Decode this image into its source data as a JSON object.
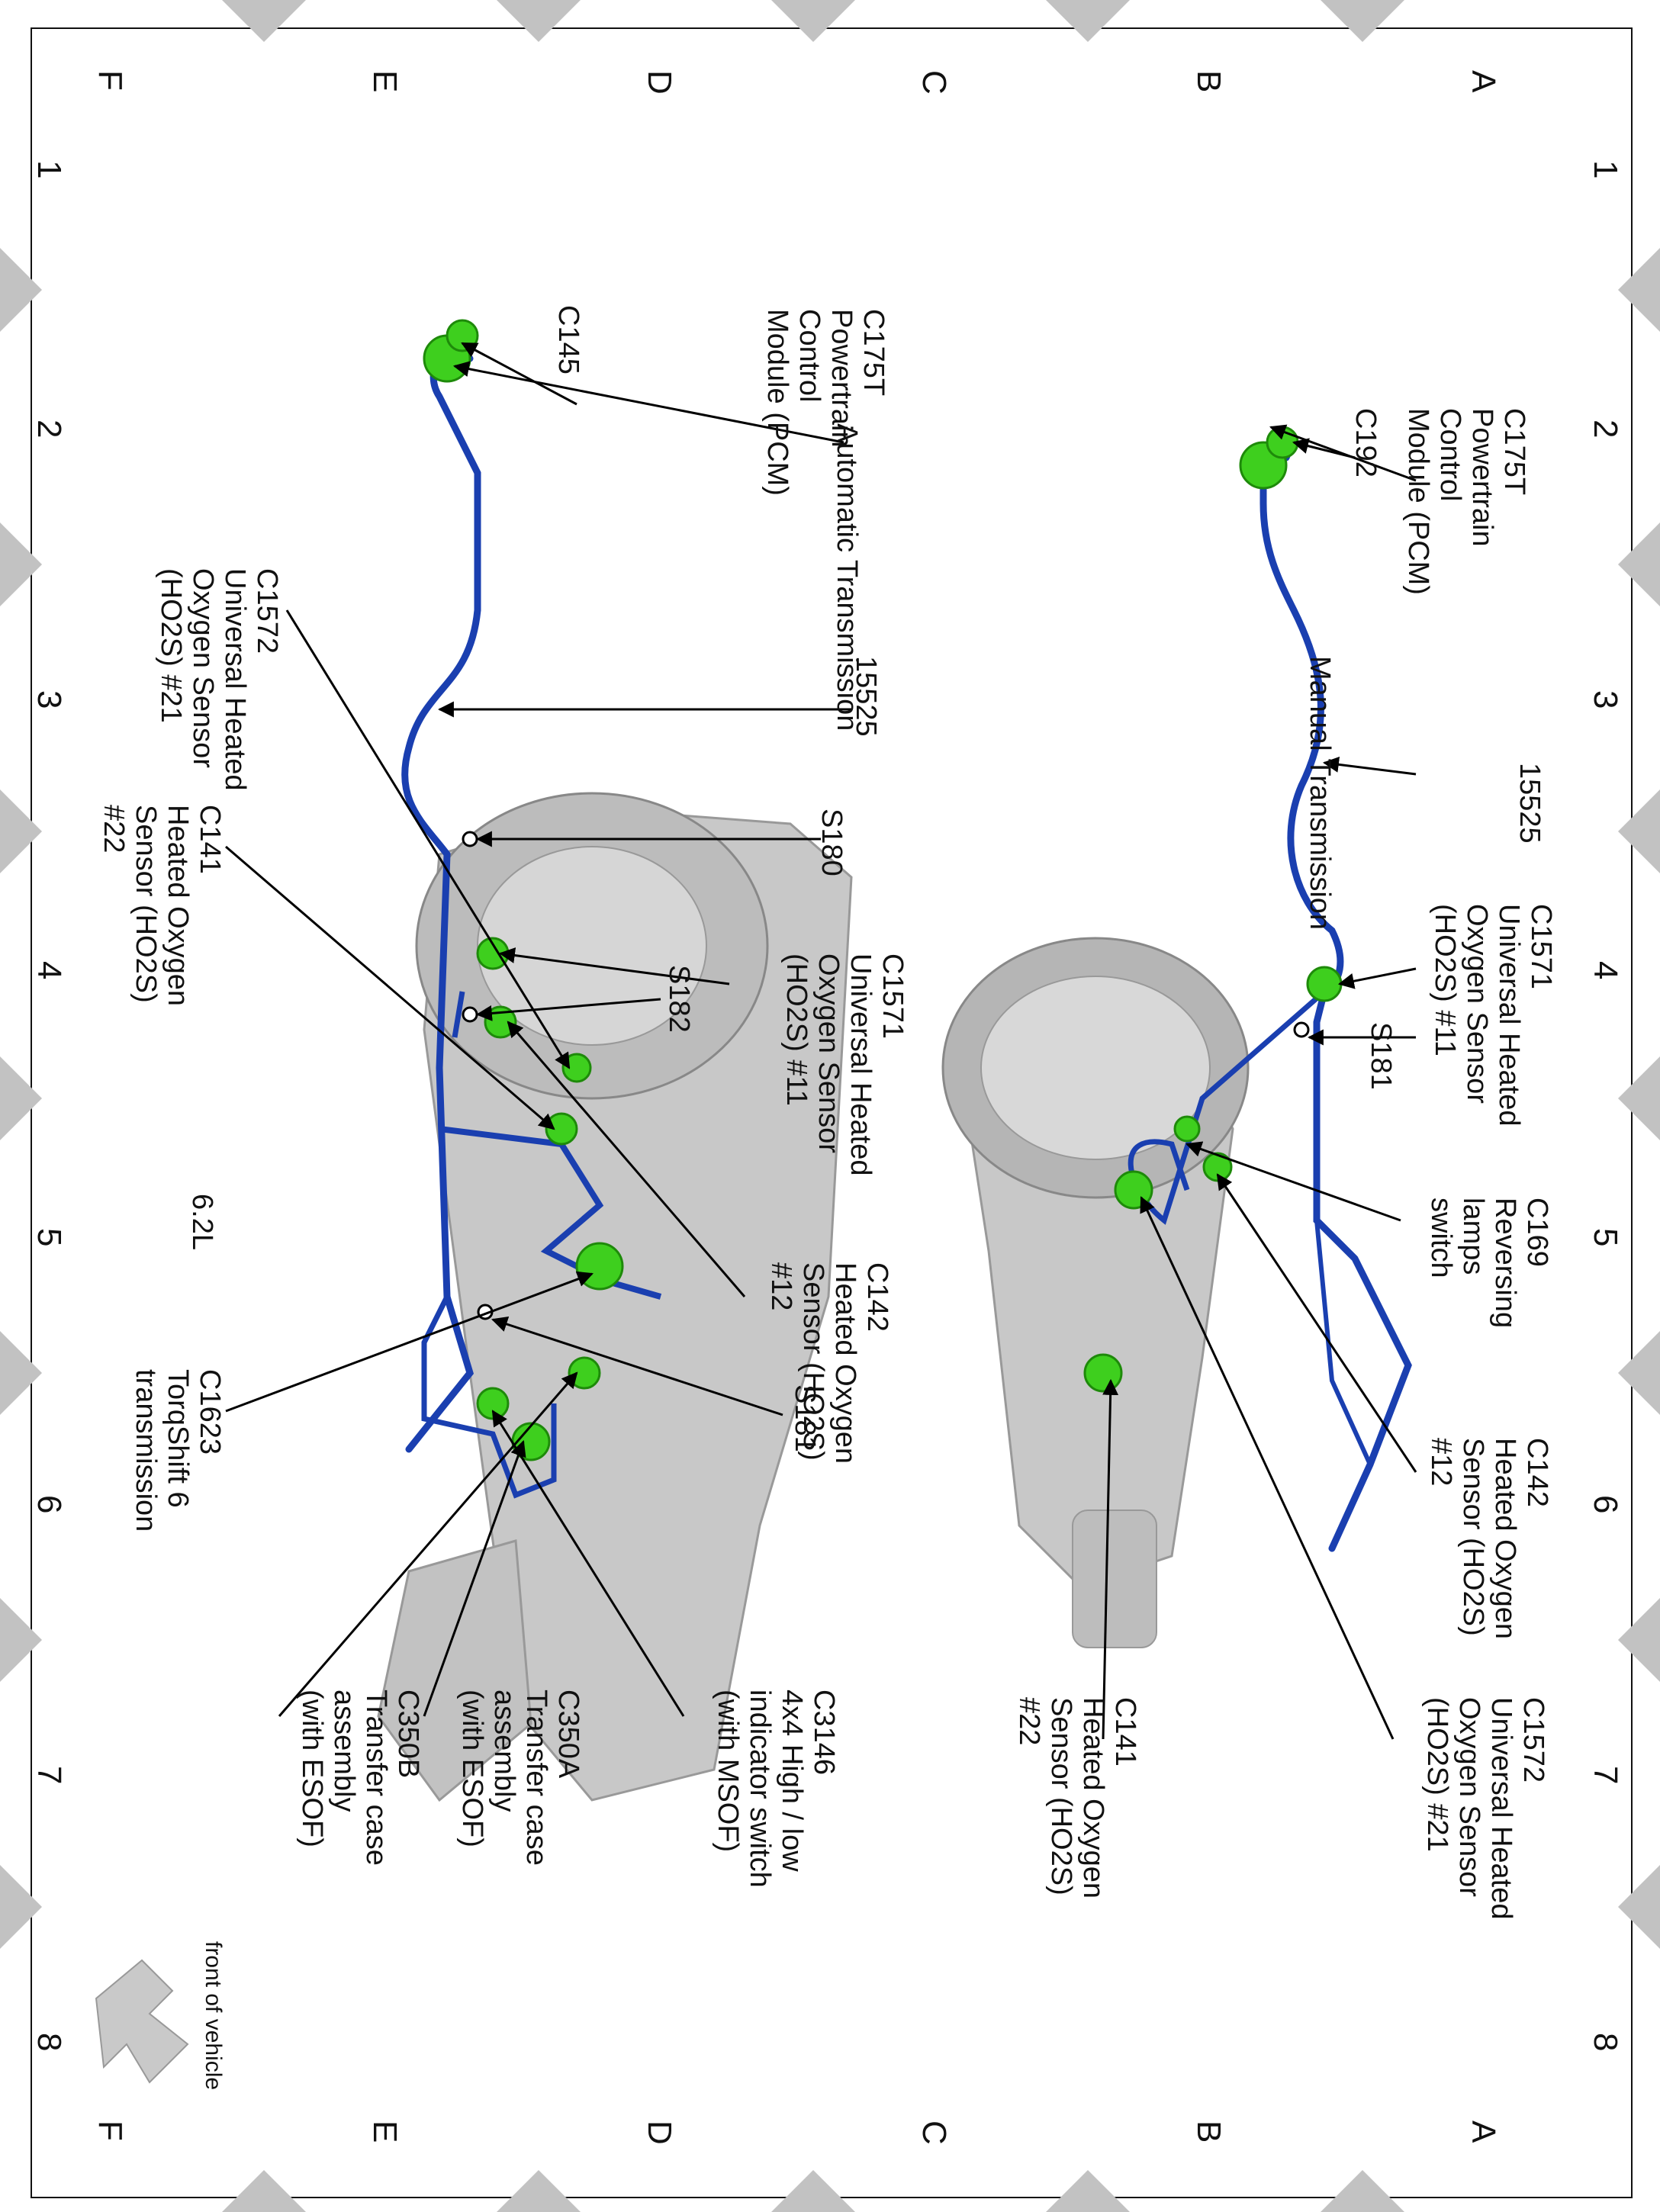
{
  "grid": {
    "columns": [
      "1",
      "2",
      "3",
      "4",
      "5",
      "6",
      "7",
      "8"
    ],
    "rows": [
      "A",
      "B",
      "C",
      "D",
      "E",
      "F"
    ]
  },
  "colors": {
    "harness": "#1a3fb0",
    "connector": "#3ecf1e",
    "case": "#c8c8c8",
    "marker": "#c2c2c2",
    "arrow": "#c9c9c9"
  },
  "manual": {
    "title": "Manual Transmission",
    "c175t": "C175T\nPowertrain\nControl\nModule (PCM)",
    "c192": "C192",
    "n15525": "15525",
    "c1571": "C1571\nUniversal Heated\nOxygen Sensor\n(HO2S) #11",
    "s181": "S181",
    "c169": "C169\nReversing\nlamps\nswitch",
    "c142": "C142\nHeated Oxygen\nSensor (HO2S)\n#12",
    "c1572": "C1572\nUniversal Heated\nOxygen Sensor\n(HO2S) #21",
    "c141": "C141\nHeated Oxygen\nSensor (HO2S)\n#22"
  },
  "automatic": {
    "title": "Automatic Transmission",
    "engine": "6.2L",
    "c175t": "C175T\nPowertrain\nControl\nModule (PCM)",
    "c145": "C145",
    "n15525": "15525",
    "s180": "S180",
    "c1571": "C1571\nUniversal Heated\nOxygen Sensor\n(HO2S) #11",
    "s182": "S182",
    "c142": "C142\nHeated Oxygen\nSensor (HO2S)\n#12",
    "s181": "S181",
    "c1572": "C1572\nUniversal Heated\nOxygen Sensor\n(HO2S) #21",
    "c141": "C141\nHeated Oxygen\nSensor (HO2S)\n#22",
    "c1623": "C1623\nTorqShift 6\ntransmission",
    "c3146": "C3146\n4x4 High / low\nindicator switch\n(with MSOF)",
    "c350a": "C350A\nTransfer case\nassembly\n(with ESOF)",
    "c350b": "C350B\nTransfer case\nassembly\n(with ESOF)"
  },
  "front_label": "front of vehicle"
}
